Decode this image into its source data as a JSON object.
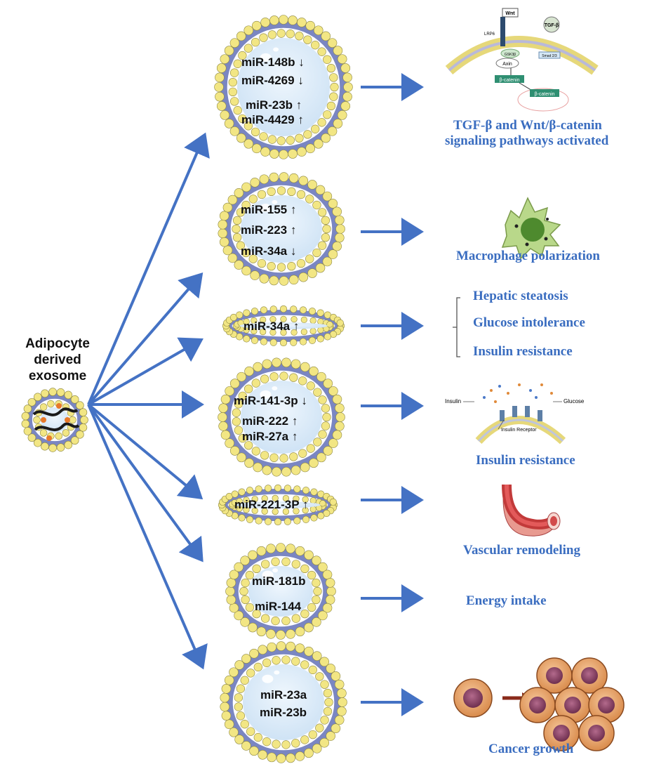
{
  "source": {
    "line1": "Adipocyte",
    "line2": "derived",
    "line3": "exosome"
  },
  "vesicles": [
    {
      "mirnas": [
        "miR-148b ↓",
        "miR-4269 ↓",
        "miR-23b ↑",
        "miR-4429 ↑"
      ],
      "outcome": [
        "TGF-β and Wnt/β-catenin",
        "signaling pathways activated"
      ]
    },
    {
      "mirnas": [
        "miR-155 ↑",
        "miR-223 ↑",
        "miR-34a ↓"
      ],
      "outcome": [
        "Macrophage polarization"
      ]
    },
    {
      "mirnas": [
        "miR-34a ↑"
      ],
      "outcome": [
        "Hepatic steatosis",
        "Glucose intolerance",
        "Insulin resistance"
      ]
    },
    {
      "mirnas": [
        "miR-141-3p ↓",
        "miR-222 ↑",
        "miR-27a ↑"
      ],
      "outcome": [
        "Insulin resistance"
      ]
    },
    {
      "mirnas": [
        "miR-221-3P ↑"
      ],
      "outcome": [
        "Vascular remodeling"
      ]
    },
    {
      "mirnas": [
        "miR-181b",
        "miR-144"
      ],
      "outcome": [
        "Energy intake"
      ]
    },
    {
      "mirnas": [
        "miR-23a",
        "miR-23b"
      ],
      "outcome": [
        "Cancer growth"
      ]
    }
  ],
  "pathway_labels": {
    "wnt": "Wnt",
    "tgfb": "TGF-β",
    "lrp": "LRP6",
    "axin": "Axin",
    "bcat1": "β-catenin",
    "bcat2": "β-catenin",
    "gsk": "GSK3β",
    "smad": "Smad 2/3"
  },
  "insulin_labels": {
    "insulin": "Insulin",
    "glucose": "Glucose",
    "receptor": "Insulin Receptor"
  },
  "colors": {
    "arrow": "#4472c4",
    "outcome_text": "#3a6dc0",
    "bead": "#f2e684",
    "bead_edge": "#8c8640",
    "membrane": "#7a86c2",
    "lumen": "#dcebf8"
  }
}
